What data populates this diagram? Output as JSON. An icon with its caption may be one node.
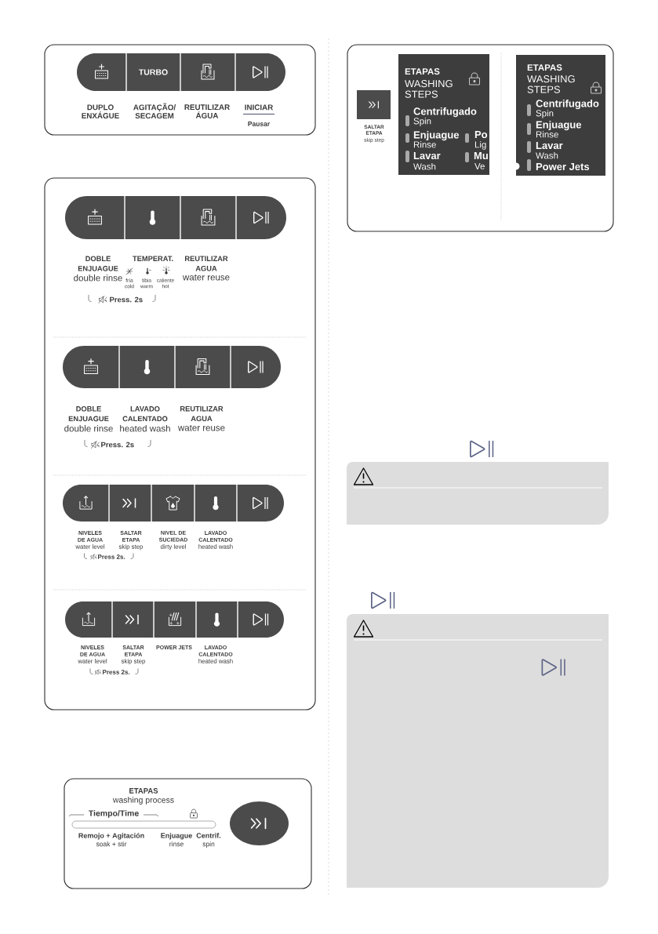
{
  "diagram": {
    "nodes": [
      {
        "text": [],
        "shape": "box"
      },
      {
        "text": [],
        "shape": "box",
        "in": 0,
        "beside": [
          "DUPLO ENXÁGUE"
        ]
      },
      {
        "text": [
          "TURBO"
        ],
        "in": 0,
        "beside": [
          "AGITAÇÃO/ SECAGEM"
        ]
      },
      {
        "text": [],
        "shape": "box",
        "in": 0,
        "beside": [
          "REUTILIZAR ÁGUA"
        ]
      },
      {
        "text": [],
        "shape": "box",
        "in": 0,
        "beside": [
          "INICIAR",
          "Pausar"
        ]
      },
      {
        "text": [],
        "shape": "box"
      },
      {
        "text": [],
        "shape": "box",
        "in": 5,
        "beside": [
          "DOBLE ENJUAGUE",
          "double rinse"
        ]
      },
      {
        "text": [],
        "shape": "box",
        "in": 5,
        "beside": [
          "TEMPERAT."
        ]
      },
      {
        "text": [],
        "shape": "box",
        "in": 5,
        "beside": [
          "REUTILIZAR AGUA",
          "water reuse"
        ]
      },
      {
        "text": [],
        "shape": "box",
        "in": 5
      },
      {
        "text": [],
        "shape": "box",
        "in": 5,
        "beside": [
          "DOBLE ENJUAGUE",
          "double rinse"
        ]
      },
      {
        "text": [],
        "shape": "box",
        "in": 5,
        "beside": [
          "LAVADO CALENTADO",
          "heated wash"
        ]
      },
      {
        "text": [],
        "shape": "box",
        "in": 5,
        "beside": [
          "REUTILIZAR AGUA",
          "water reuse"
        ]
      },
      {
        "text": [],
        "shape": "box",
        "in": 5
      },
      {
        "text": [],
        "shape": "box",
        "in": 5,
        "beside": [
          "NIVELES DE AGUA",
          "water level"
        ]
      },
      {
        "text": [],
        "shape": "box",
        "in": 5,
        "beside": [
          "SALTAR ETAPA",
          "skip step"
        ]
      },
      {
        "text": [],
        "shape": "box",
        "in": 5,
        "beside": [
          "NIVEL DE SUCIEDAD",
          "dirty level"
        ]
      },
      {
        "text": [],
        "shape": "box",
        "in": 5,
        "beside": [
          "LAVADO CALENTADO",
          "heated wash"
        ]
      },
      {
        "text": [],
        "shape": "box",
        "in": 5
      },
      {
        "text": [],
        "shape": "box",
        "in": 5,
        "beside": [
          "NIVELES DE AGUA",
          "water level"
        ]
      },
      {
        "text": [],
        "shape": "box",
        "in": 5,
        "beside": [
          "SALTAR ETAPA",
          "skip step"
        ]
      },
      {
        "text": [],
        "shape": "box",
        "in": 5,
        "beside": [
          "POWER JETS"
        ]
      },
      {
        "text": [],
        "shape": "box",
        "in": 5,
        "beside": [
          "LAVADO CALENTADO",
          "heated wash"
        ]
      },
      {
        "text": [],
        "shape": "box",
        "in": 5
      },
      {
        "text": [
          "ETAPAS",
          "washing process",
          "Tiempo/Time",
          "Remojo + Agitación",
          "soak + stir",
          "Enjuague",
          "rinse",
          "Centrif.",
          "spin"
        ]
      },
      {
        "text": [],
        "shape": "circle",
        "in": 24
      },
      {
        "text": [],
        "shape": "box"
      },
      {
        "text": [],
        "shape": "box",
        "in": 26,
        "beside": [
          "SALTAR ETAPA",
          "skip step"
        ]
      },
      {
        "text": [
          "ETAPAS",
          "WASHING STEPS",
          "Centrifugado",
          "Spin",
          "Enjuague",
          "Rinse",
          "Lavar",
          "Wash",
          "Po",
          "Lig",
          "Mu",
          "Ve"
        ],
        "in": 26
      },
      {
        "text": [
          "ETAPAS",
          "WASHING STEPS",
          "Centrifugado",
          "Spin",
          "Enjuague",
          "Rinse",
          "Lavar",
          "Wash",
          "Power Jets"
        ],
        "in": 26
      },
      {
        "text": [],
        "shape": "box"
      },
      {
        "text": [],
        "shape": "box"
      }
    ],
    "labels": [
      "fría cold",
      "tibia warm",
      "caliente hot",
      "Press. 2s",
      "Press. 2s",
      "Press 2s.",
      "Press 2s."
    ]
  }
}
